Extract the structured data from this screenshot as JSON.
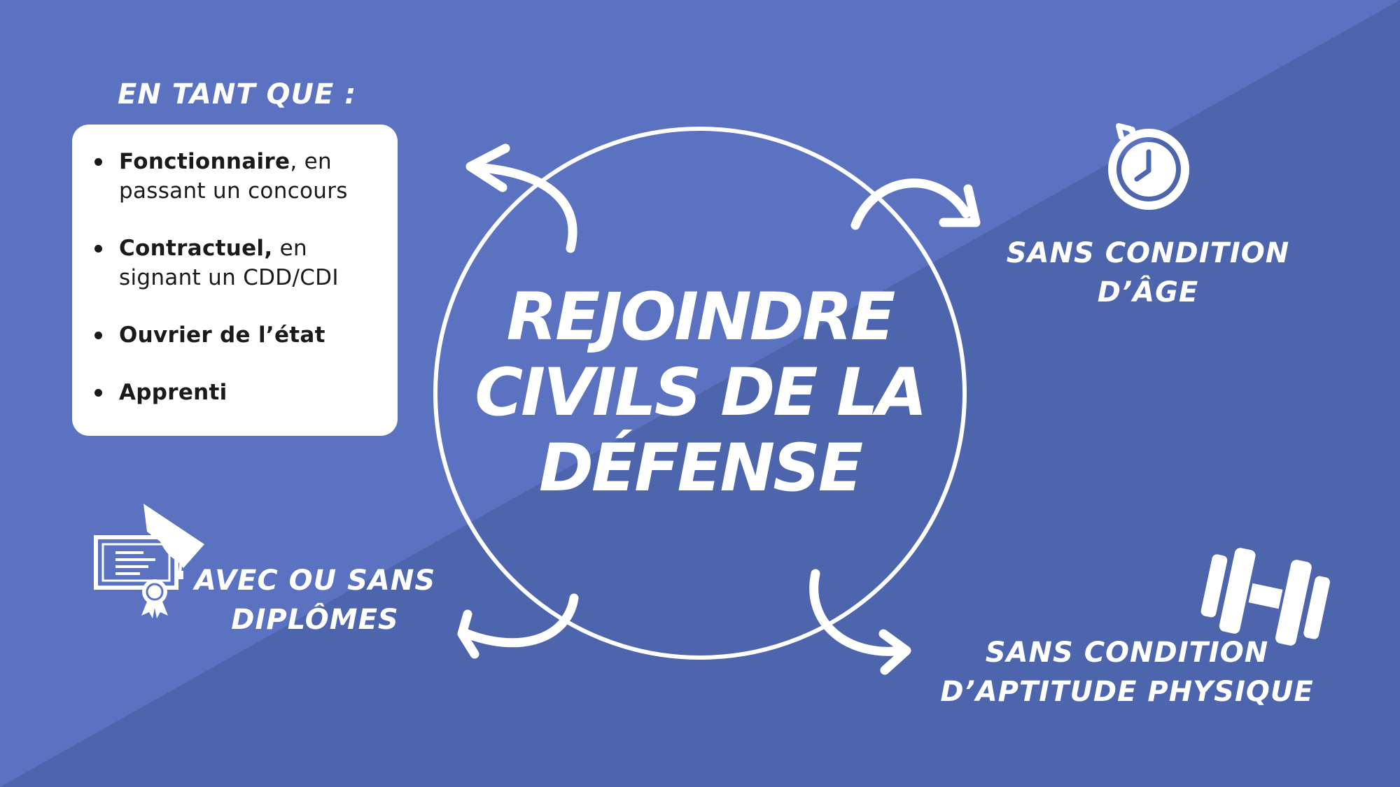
{
  "colors": {
    "background_light": "#5A72C0",
    "background_dark": "#4D65AD",
    "foreground": "#FFFFFF",
    "card_text": "#1A1A1A"
  },
  "intro": {
    "title": "EN TANT QUE :"
  },
  "roles": [
    {
      "bold": "Fonctionnaire",
      "rest_line1": ", en",
      "line2": "passant un concours"
    },
    {
      "bold": "Contractuel,",
      "rest_line1": " en",
      "line2": "signant un CDD/CDI"
    },
    {
      "bold": "Ouvrier de l’état",
      "rest_line1": "",
      "line2": ""
    },
    {
      "bold": "Apprenti",
      "rest_line1": "",
      "line2": ""
    }
  ],
  "main_title": {
    "line1": "REJOINDRE",
    "line2": "CIVILS DE LA",
    "line3": "DÉFENSE"
  },
  "conditions": {
    "age": {
      "line1": "SANS CONDITION",
      "line2": "D’ÂGE",
      "icon": "stopwatch-icon"
    },
    "physique": {
      "line1": "SANS CONDITION",
      "line2": "D’APTITUDE PHYSIQUE",
      "icon": "dumbbell-icon"
    },
    "diplomes": {
      "line1": "AVEC OU SANS",
      "line2": "DIPLÔMES",
      "icon": "diploma-icon"
    }
  }
}
